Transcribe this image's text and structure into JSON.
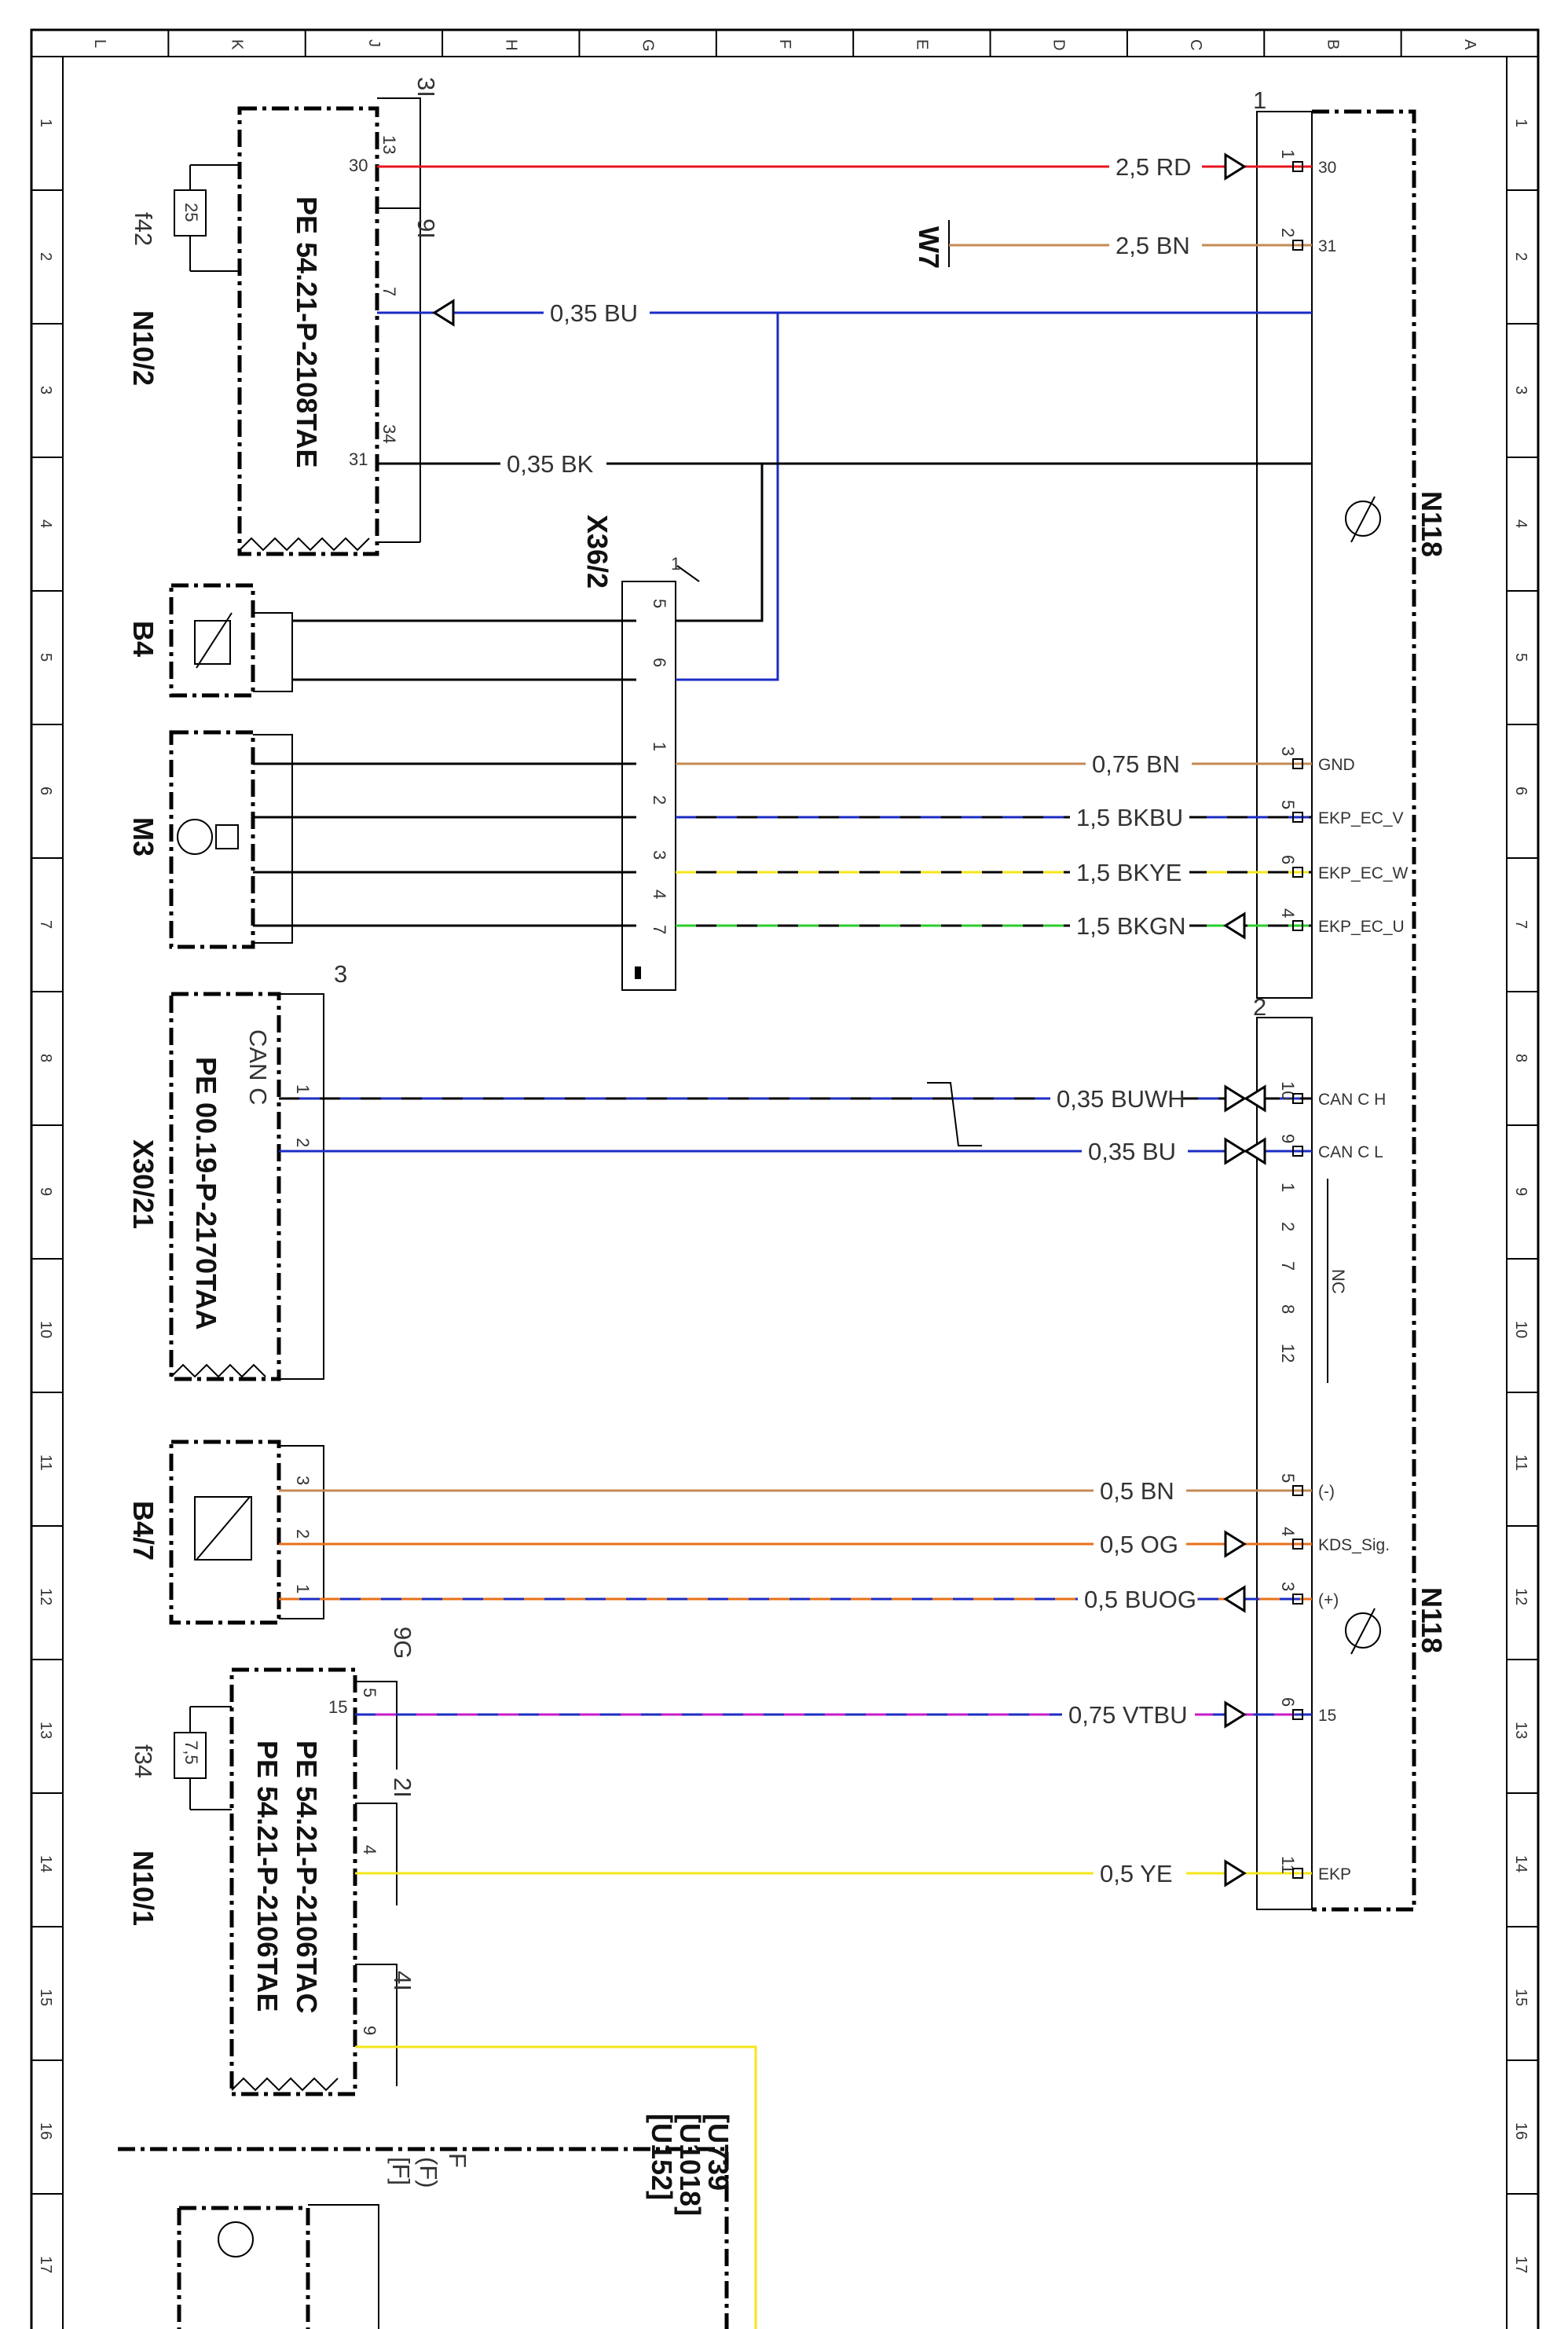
{
  "grid": {
    "columns": [
      "L",
      "K",
      "J",
      "H",
      "G",
      "F",
      "E",
      "D",
      "C",
      "B",
      "A"
    ],
    "rows": [
      "1",
      "2",
      "3",
      "4",
      "5",
      "6",
      "7",
      "8",
      "9",
      "10",
      "11",
      "12",
      "13",
      "14",
      "15",
      "16",
      "17"
    ]
  },
  "components": {
    "n10_2": {
      "id": "N10/2",
      "ref": "PE 54.21-P-2108TAE",
      "fuse": "f42",
      "fuse_value": "25",
      "pin_in": "30",
      "pin_gnd": "31",
      "conn_1": "3I",
      "conn_1_pin": "13",
      "conn_2": "9I",
      "conn_2_pin": "7",
      "conn_3_pin": "34"
    },
    "b4": {
      "id": "B4"
    },
    "m3": {
      "id": "M3"
    },
    "x36_2": {
      "id": "X36/2",
      "num": "1",
      "pins": [
        "5",
        "6",
        "1",
        "2",
        "3",
        "4",
        "7"
      ]
    },
    "x30_21": {
      "id": "X30/21",
      "ref": "PE 00.19-P-2170TAA",
      "bus": "CAN C",
      "num": "3",
      "pins": [
        "1",
        "2"
      ]
    },
    "b4_7": {
      "id": "B4/7",
      "pins": [
        "3",
        "2",
        "1"
      ]
    },
    "n10_1": {
      "id": "N10/1",
      "ref1": "PE 54.21-P-2106TAC",
      "ref2": "PE 54.21-P-2106TAE",
      "fuse": "f34",
      "fuse_value": "7,5",
      "pin_in": "15",
      "conn_1": "9G",
      "conn_1_pin": "5",
      "conn_2": "2I",
      "conn_2_pin": "4",
      "conn_3": "4I",
      "conn_3_pin": "9"
    },
    "w7": {
      "id": "W7"
    },
    "n118": {
      "id": "N118",
      "conn_1": "1",
      "conn_2": "2",
      "nc_label": "NC",
      "nc_pins": [
        "1",
        "2",
        "7",
        "8",
        "12"
      ]
    },
    "u_codes": {
      "line1": "[U739",
      "line2": "[U1018]",
      "line3": "[U152]",
      "f1": "F",
      "f2": "(F)",
      "f3": "[F]"
    }
  },
  "wires": [
    {
      "label": "2,5 RD",
      "pin": "1",
      "signal": "30",
      "colors": [
        "#e8141c"
      ]
    },
    {
      "label": "2,5 BN",
      "pin": "2",
      "signal": "31",
      "colors": [
        "#c58a55"
      ]
    },
    {
      "label": "0,35 BU",
      "colors": [
        "#1c2cc4"
      ]
    },
    {
      "label": "0,35 BK",
      "colors": [
        "#000000"
      ]
    },
    {
      "label": "0,75 BN",
      "pin": "3",
      "signal": "GND",
      "colors": [
        "#c58a55"
      ]
    },
    {
      "label": "1,5 BKBU",
      "pin": "5",
      "signal": "EKP_EC_V",
      "colors": [
        "#000000",
        "#1c2cc4"
      ]
    },
    {
      "label": "1,5 BKYE",
      "pin": "6",
      "signal": "EKP_EC_W",
      "colors": [
        "#000000",
        "#f5e61a"
      ]
    },
    {
      "label": "1,5 BKGN",
      "pin": "4",
      "signal": "EKP_EC_U",
      "colors": [
        "#000000",
        "#2ecc2e"
      ]
    },
    {
      "label": "0,35 BUWH",
      "pin": "10",
      "signal": "CAN C H",
      "colors": [
        "#1c2cc4",
        "#000000"
      ]
    },
    {
      "label": "0,35 BU",
      "pin": "9",
      "signal": "CAN C L",
      "colors": [
        "#1c2cc4"
      ]
    },
    {
      "label": "0,5 BN",
      "pin": "5",
      "signal": "(-)",
      "colors": [
        "#c58a55"
      ]
    },
    {
      "label": "0,5 OG",
      "pin": "4",
      "signal": "KDS_Sig.",
      "colors": [
        "#e8701a"
      ]
    },
    {
      "label": "0,5 BUOG",
      "pin": "3",
      "signal": "(+)",
      "colors": [
        "#1c2cc4",
        "#e8701a"
      ]
    },
    {
      "label": "0,75 VTBU",
      "pin": "6",
      "signal": "15",
      "colors": [
        "#c71ac7",
        "#1c2cc4"
      ]
    },
    {
      "label": "0,5 YE",
      "pin": "11",
      "signal": "EKP",
      "colors": [
        "#f5e61a"
      ]
    }
  ]
}
